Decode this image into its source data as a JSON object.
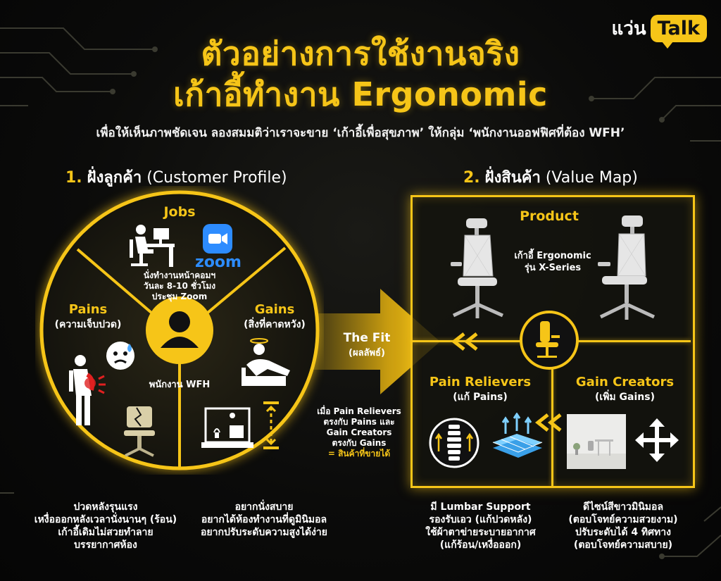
{
  "brand": {
    "logo_thai": "แว่น",
    "logo_talk": "Talk"
  },
  "title": {
    "line1": "ตัวอย่างการใช้งานจริง",
    "line2": "เก้าอี้ทำงาน Ergonomic"
  },
  "subtitle": "เพื่อให้เห็นภาพชัดเจน ลองสมมติว่าเราจะขาย ‘เก้าอี้เพื่อสุขภาพ’ ให้กลุ่ม ‘พนักงานออฟฟิศที่ต้อง WFH’",
  "customer": {
    "heading_num": "1.",
    "heading_bold": "ฝั่งลูกค้า",
    "heading_en": "(Customer Profile)",
    "jobs": {
      "title": "Jobs",
      "zoom": "zoom",
      "lines": [
        "นั่งทำงานหน้าคอมฯ",
        "วันละ 8-10 ชั่วโมง",
        "ประชุม Zoom"
      ]
    },
    "pains": {
      "title": "Pains",
      "subtitle": "(ความเจ็บปวด)"
    },
    "gains": {
      "title": "Gains",
      "subtitle": "(สิ่งที่คาดหวัง)"
    },
    "center_label": "พนักงาน WFH",
    "pains_caption": [
      "ปวดหลังรุนแรง",
      "เหงื่อออกหลังเวลานั่งนานๆ (ร้อน)",
      "เก้าอี้เดิมไม่สวยทำลาย",
      "บรรยากาศห้อง"
    ],
    "gains_caption": [
      "อยากนั่งสบาย",
      "อยากได้ห้องทำงานที่ดูมินิมอล",
      "อยากปรับระดับความสูงได้ง่าย"
    ]
  },
  "fit": {
    "title": "The Fit",
    "subtitle": "(ผลลัพธ์)",
    "note_lines": [
      "เมื่อ Pain Relievers",
      "ตรงกับ Pains และ",
      "Gain Creators",
      "ตรงกับ Gains"
    ],
    "note_result": "= สินค้าที่ขายได้"
  },
  "value_map": {
    "heading_num": "2.",
    "heading_bold": "ฝั่งสินค้า",
    "heading_en": "(Value Map)",
    "product": {
      "title": "Product",
      "lines": [
        "เก้าอี้ Ergonomic",
        "รุ่น X-Series"
      ]
    },
    "pain_relievers": {
      "title": "Pain Relievers",
      "subtitle": "(แก้ Pains)"
    },
    "gain_creators": {
      "title": "Gain Creators",
      "subtitle": "(เพิ่ม Gains)"
    },
    "pain_relievers_caption": [
      "มี Lumbar Support",
      "รองรับเอว (แก้ปวดหลัง)",
      "ใช้ผ้าตาข่ายระบายอากาศ",
      "(แก้ร้อน/เหงื่อออก)"
    ],
    "gain_creators_caption": [
      "ดีไซน์สีขาวมินิมอล",
      "(ตอบโจทย์ความสวยงาม)",
      "ปรับระดับได้ 4 ทิศทาง",
      "(ตอบโจทย์ความสบาย)"
    ]
  },
  "colors": {
    "accent": "#f6c518",
    "background": "#0b0b0a",
    "zoom_blue": "#2d8cff"
  },
  "icons": [
    "person-at-desk-icon",
    "zoom-logo-icon",
    "user-icon",
    "back-pain-icon",
    "sweating-face-icon",
    "broken-chair-icon",
    "relaxing-person-icon",
    "minimal-room-icon",
    "height-adjust-icon",
    "office-chair-icon",
    "spine-icon",
    "mesh-airflow-icon",
    "four-way-arrows-icon",
    "double-chevron-left-icon"
  ]
}
